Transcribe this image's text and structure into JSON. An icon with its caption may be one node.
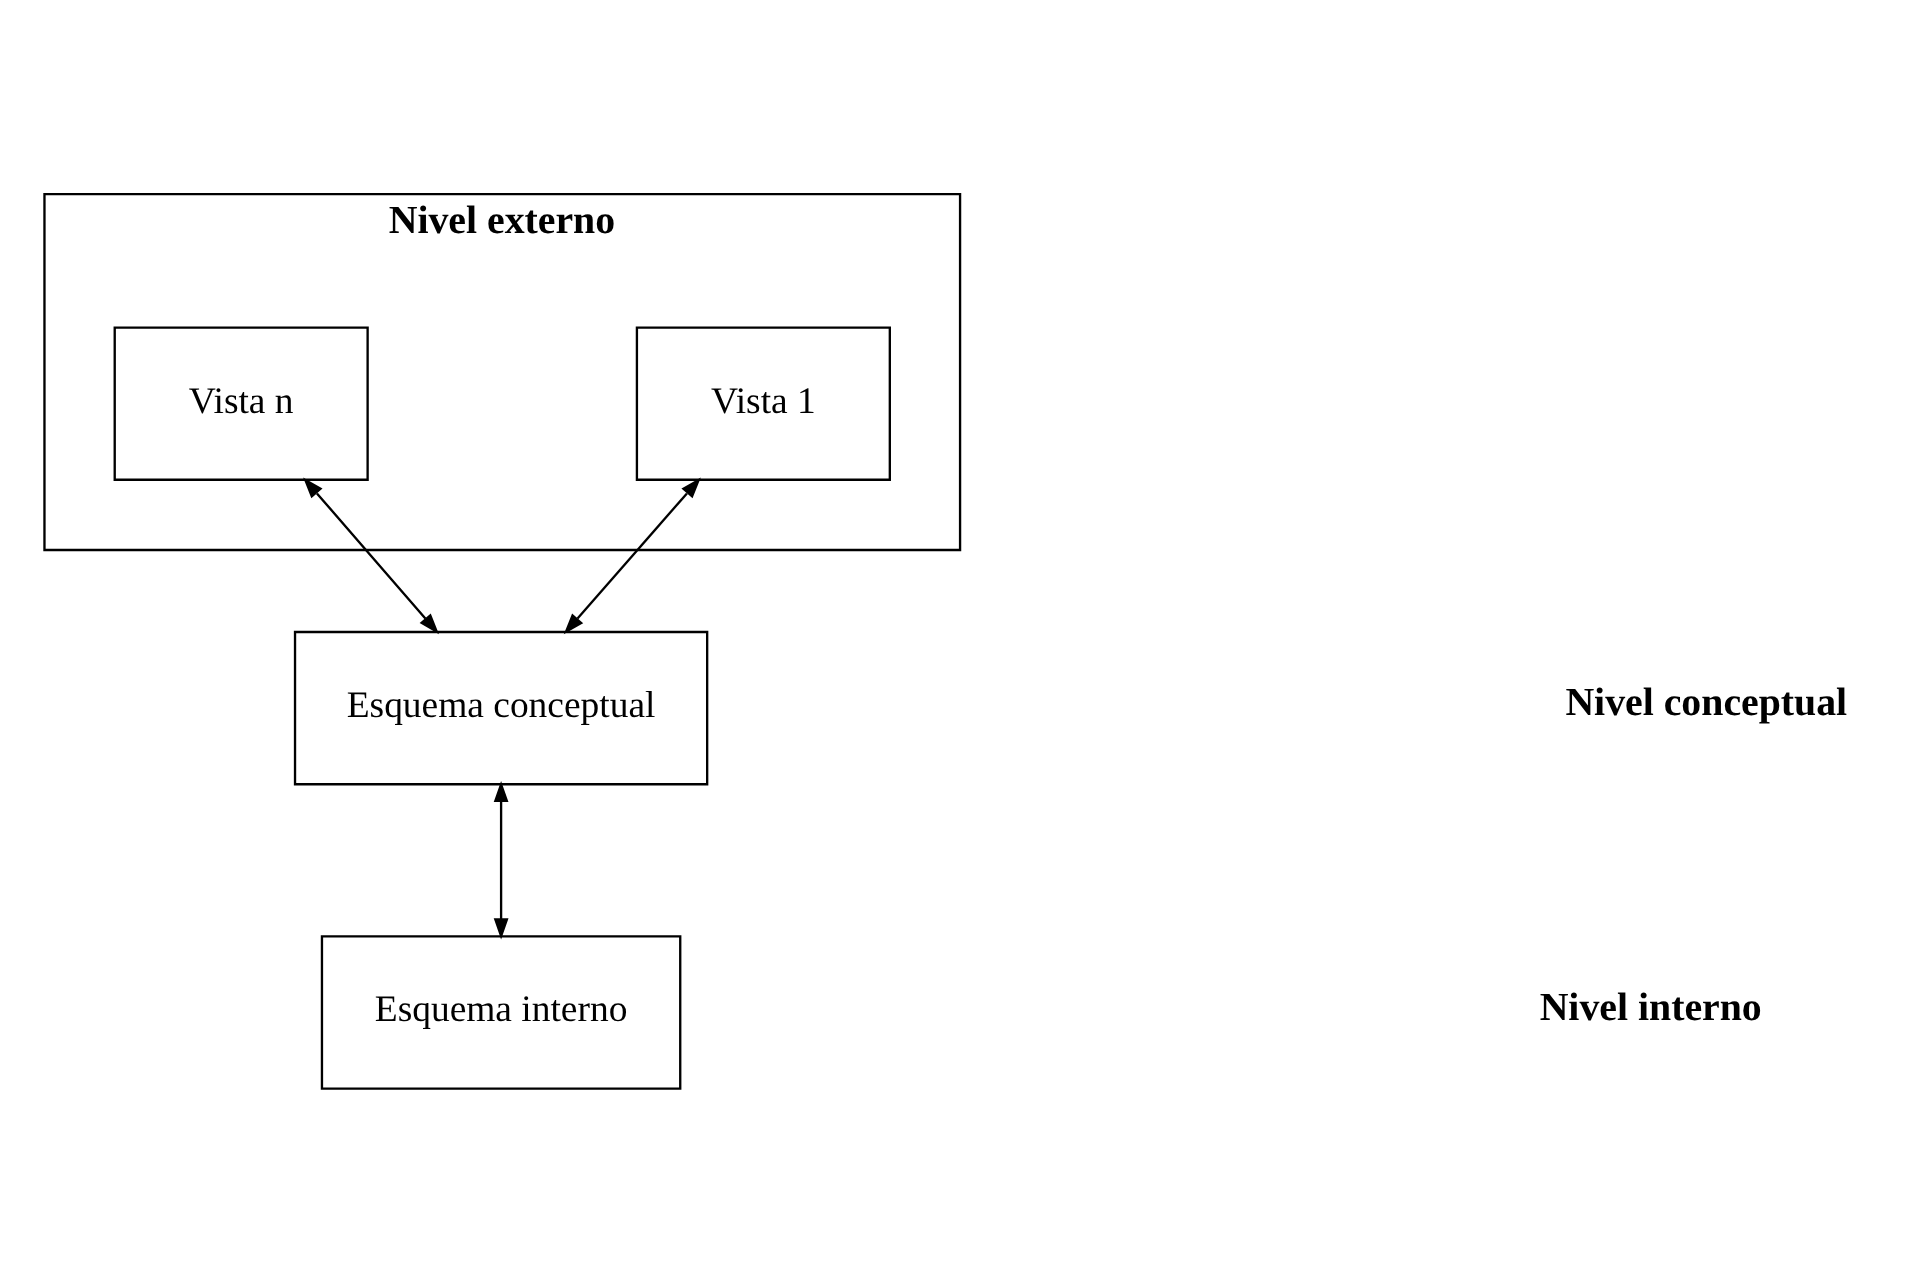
{
  "diagram": {
    "nodes": [
      {
        "text": [
          "Nivel externo"
        ]
      },
      {
        "text": [
          "Vista 1"
        ],
        "in": 0
      },
      {
        "text": [
          "Vista n"
        ],
        "in": 0
      },
      {
        "text": [
          "Esquema conceptual"
        ]
      },
      {
        "text": [
          "Esquema interno"
        ]
      }
    ],
    "edges": [
      {
        "from": 1,
        "to": 3,
        "arrow": "both"
      },
      {
        "from": 2,
        "to": 3,
        "arrow": "both"
      },
      {
        "from": 3,
        "to": 4,
        "arrow": "both"
      }
    ],
    "labels": [
      "Nivel conceptual",
      "Nivel interno"
    ]
  }
}
